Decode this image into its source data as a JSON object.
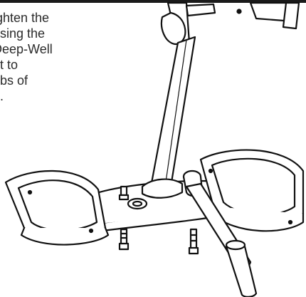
{
  "instruction": {
    "lines": [
      "ighten the",
      "using the",
      "Deep-Well",
      "et to",
      "Lbs of",
      "e."
    ]
  },
  "figure": {
    "parts": [
      "upright-post",
      "left-foot-pad",
      "right-foot-pad",
      "base-plate",
      "bolts",
      "deep-well-socket-wrench"
    ]
  }
}
